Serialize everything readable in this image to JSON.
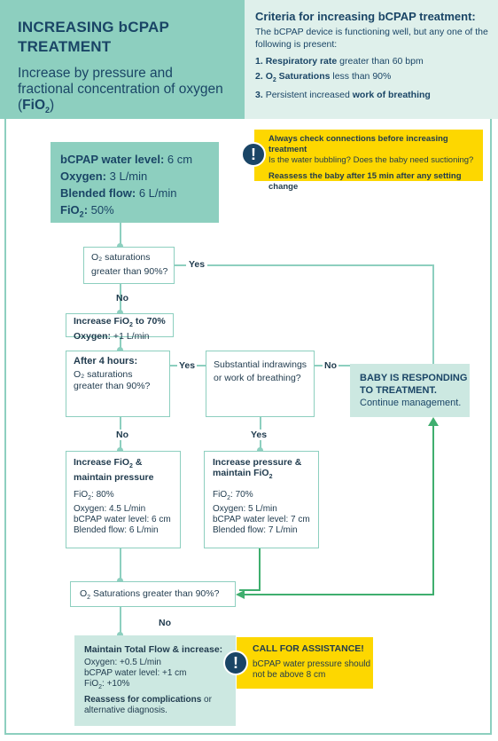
{
  "header": {
    "title": "INCREASING bCPAP TREATMENT",
    "subtitle_a": "Increase by pressure and fractional concentration of oxygen (",
    "subtitle_b": "FiO",
    "subtitle_sub": "2",
    "subtitle_c": ")"
  },
  "criteria": {
    "title": "Criteria for increasing bCPAP treatment:",
    "intro": "The bCPAP device is functioning well, but any one of the following is present:",
    "items": [
      {
        "num": "1.",
        "bold": "Respiratory rate",
        "rest": " greater than 60 bpm"
      },
      {
        "num": "2.",
        "bold_a": "O",
        "sub": "2",
        "bold_b": " Saturations",
        "rest": " less than 90%"
      },
      {
        "num": "3.",
        "pre": "Persistent increased ",
        "bold": "work of breathing"
      }
    ]
  },
  "alert_top": {
    "line1": "Always check connections  before increasing treatment",
    "line2": "Is the water bubbling? Does the baby need suctioning?",
    "line3": "Reassess the baby after 15 min after any setting change"
  },
  "start_box": {
    "water_label": "bCPAP water level:",
    "water_value": " 6 cm",
    "oxygen_label": "Oxygen:",
    "oxygen_value": " 3 L/min",
    "flow_label": "Blended flow:",
    "flow_value": "  6 L/min",
    "fio_label": "FiO",
    "fio_sub": "2",
    "fio_colon": ":",
    "fio_value": " 50%"
  },
  "q1": {
    "text_a": "O₂ saturations",
    "text_b": "greater than 90%?"
  },
  "labels": {
    "yes": "Yes",
    "no": "No"
  },
  "step2": {
    "line1_a": "Increase FiO",
    "line1_sub": "2",
    "line1_b": " to 70%",
    "line2_bold": "Oxygen:",
    "line2_rest": " +1 L/min"
  },
  "q2": {
    "bold": "After 4 hours:",
    "text_a": "O₂ saturations",
    "text_b": "greater than 90%?"
  },
  "q3": {
    "text_a": "Substantial indrawings",
    "text_b": "or work of breathing?"
  },
  "responding": {
    "title_a": "BABY IS RESPONDING",
    "title_b": "TO TREATMENT.",
    "text": "Continue management."
  },
  "left_inc": {
    "title_a": "Increase FiO",
    "title_sub": "2",
    "title_b": " &",
    "title_c": "maintain pressure",
    "fio_a": "FiO",
    "fio_sub": "2",
    "fio_b": ": 80%",
    "oxygen": "Oxygen: 4.5 L/min",
    "water": "bCPAP water level: 6 cm",
    "flow": "Blended flow: 6 L/min"
  },
  "right_inc": {
    "title_a": "Increase pressure &",
    "title_b": "maintain FiO",
    "title_sub": "2",
    "fio_a": "FiO",
    "fio_sub": "2",
    "fio_b": ": 70%",
    "oxygen": "Oxygen: 5 L/min",
    "water": "bCPAP water level: 7 cm",
    "flow": "Blended flow: 7 L/min"
  },
  "q4": {
    "text_a": "O",
    "text_sub": "2",
    "text_b": " Saturations greater than 90%?"
  },
  "maintain": {
    "title": "Maintain Total Flow & increase:",
    "oxygen": "Oxygen: +0.5 L/min",
    "water": "bCPAP water level: +1 cm",
    "fio_a": "FiO",
    "fio_sub": "2",
    "fio_b": ": +10%",
    "reassess_bold": "Reassess for complications",
    "reassess_rest": " or alternative diagnosis."
  },
  "call": {
    "title": "CALL FOR ASSISTANCE!",
    "line1": "bCPAP water pressure should",
    "line2": "not be above 8 cm"
  },
  "warn_glyph": "!",
  "colors": {
    "teal": "#8dcfbf",
    "light_teal": "#cce8e1",
    "yellow": "#fdd700",
    "navy": "#1a4566",
    "green_arrow": "#3fae6e"
  }
}
